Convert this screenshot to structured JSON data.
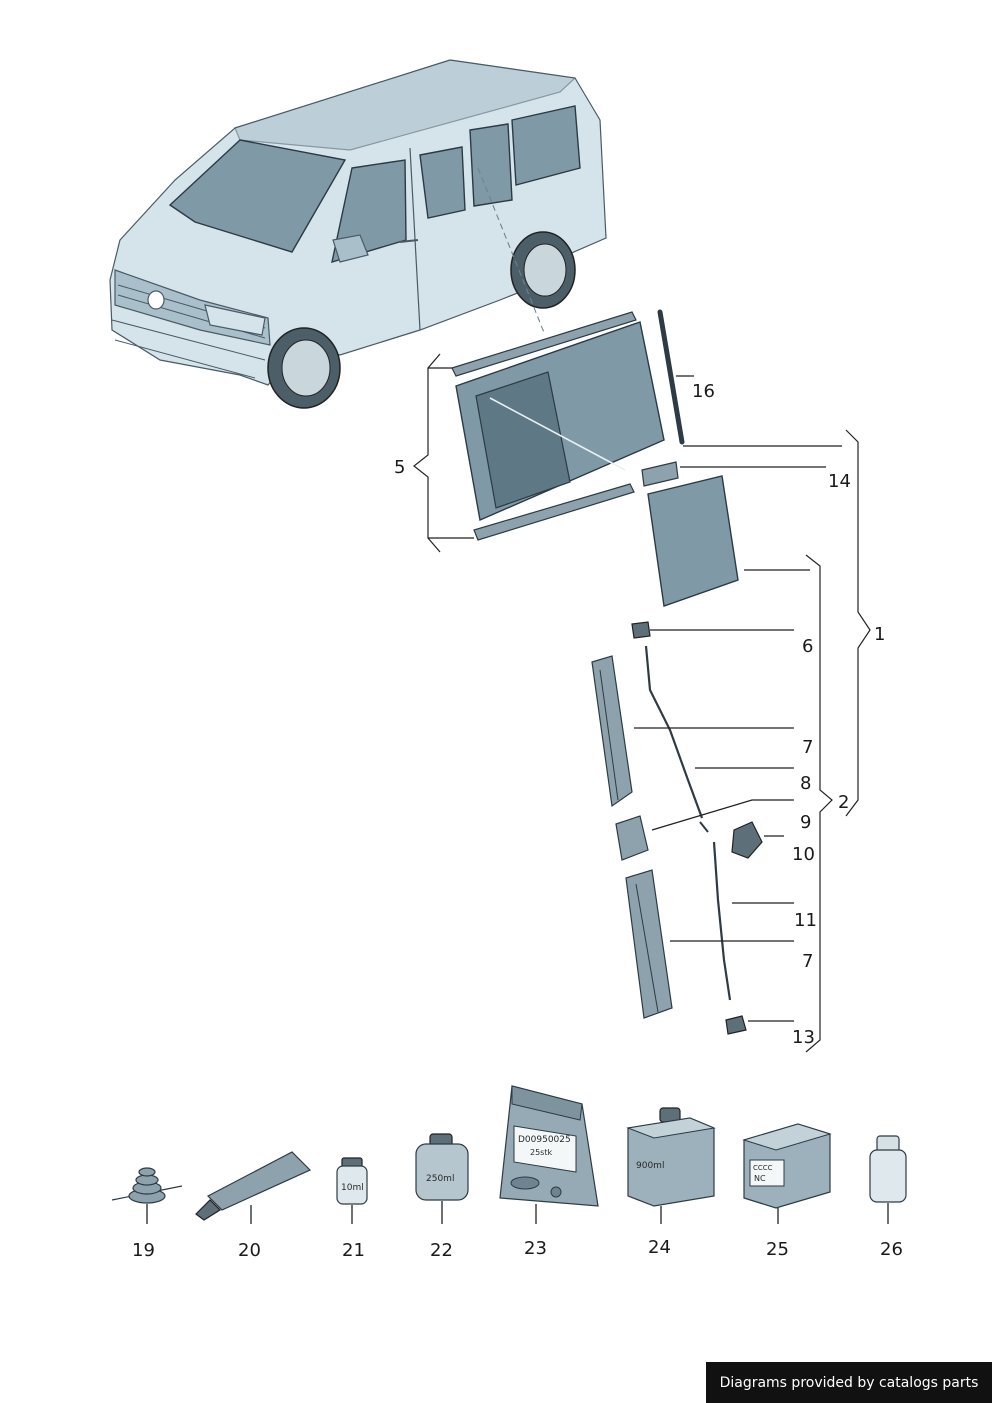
{
  "callouts": [
    "1",
    "2",
    "5",
    "6",
    "7",
    "8",
    "9",
    "10",
    "11",
    "7",
    "13",
    "14",
    "16",
    "19",
    "20",
    "21",
    "22",
    "23",
    "24",
    "25",
    "26"
  ],
  "product_labels": {
    "p21": "10ml",
    "p22": "250ml",
    "p23_line1": "D00950025",
    "p23_line2": "25stk",
    "p24": "900ml",
    "p25_line1": "CCCC",
    "p25_line2": "NC"
  },
  "footer": "Diagrams provided by catalogs parts",
  "colors": {
    "body": "#d5e4ea",
    "glass": "#7f9aa6",
    "line": "#222222",
    "footer_bg": "#111111"
  }
}
